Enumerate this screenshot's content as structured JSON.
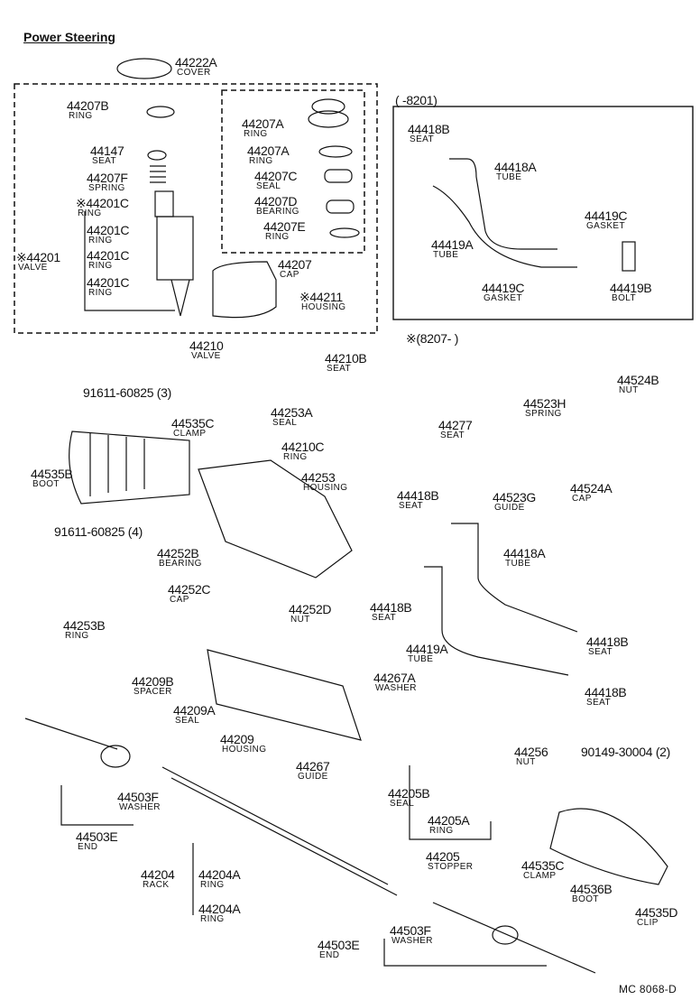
{
  "title": "Power Steering",
  "footer": "MC  8068-D",
  "range_old": "(       -8201)",
  "range_new": "※(8207-        )",
  "parts": [
    {
      "id": "p01",
      "number": "44222A",
      "desc": "COVER"
    },
    {
      "id": "p02",
      "number": "44207B",
      "desc": "RING"
    },
    {
      "id": "p03",
      "number": "44207A",
      "desc": "RING"
    },
    {
      "id": "p04",
      "number": "44147",
      "desc": "SEAT"
    },
    {
      "id": "p05",
      "number": "44207A",
      "desc": "RING"
    },
    {
      "id": "p06",
      "number": "44207F",
      "desc": "SPRING"
    },
    {
      "id": "p07",
      "number": "44207C",
      "desc": "SEAL"
    },
    {
      "id": "p08",
      "number": "※44201C",
      "desc": "RING"
    },
    {
      "id": "p09",
      "number": "44207D",
      "desc": "BEARING"
    },
    {
      "id": "p10",
      "number": "44201C",
      "desc": "RING"
    },
    {
      "id": "p11",
      "number": "44207E",
      "desc": "RING"
    },
    {
      "id": "p12",
      "number": "※44201",
      "desc": "VALVE"
    },
    {
      "id": "p13",
      "number": "44201C",
      "desc": "RING"
    },
    {
      "id": "p14",
      "number": "44207",
      "desc": "CAP"
    },
    {
      "id": "p15",
      "number": "44201C",
      "desc": "RING"
    },
    {
      "id": "p16",
      "number": "※44211",
      "desc": "HOUSING"
    },
    {
      "id": "p17",
      "number": "44210",
      "desc": "VALVE"
    },
    {
      "id": "p18",
      "number": "44210B",
      "desc": "SEAT"
    },
    {
      "id": "p19",
      "number": "91611-60825 (3)",
      "desc": ""
    },
    {
      "id": "p20",
      "number": "44418B",
      "desc": "SEAT"
    },
    {
      "id": "p21",
      "number": "44418A",
      "desc": "TUBE"
    },
    {
      "id": "p22",
      "number": "44419C",
      "desc": "GASKET"
    },
    {
      "id": "p23",
      "number": "44419A",
      "desc": "TUBE"
    },
    {
      "id": "p24",
      "number": "44419C",
      "desc": "GASKET"
    },
    {
      "id": "p25",
      "number": "44419B",
      "desc": "BOLT"
    },
    {
      "id": "p26",
      "number": "44524B",
      "desc": "NUT"
    },
    {
      "id": "p27",
      "number": "44523H",
      "desc": "SPRING"
    },
    {
      "id": "p28",
      "number": "44277",
      "desc": "SEAT"
    },
    {
      "id": "p29",
      "number": "44535C",
      "desc": "CLAMP"
    },
    {
      "id": "p30",
      "number": "44253A",
      "desc": "SEAL"
    },
    {
      "id": "p31",
      "number": "44210C",
      "desc": "RING"
    },
    {
      "id": "p32",
      "number": "44535B",
      "desc": "BOOT"
    },
    {
      "id": "p33",
      "number": "44253",
      "desc": "HOUSING"
    },
    {
      "id": "p34",
      "number": "44524A",
      "desc": "CAP"
    },
    {
      "id": "p35",
      "number": "44523G",
      "desc": "GUIDE"
    },
    {
      "id": "p36",
      "number": "44418B",
      "desc": "SEAT"
    },
    {
      "id": "p37",
      "number": "91611-60825 (4)",
      "desc": ""
    },
    {
      "id": "p38",
      "number": "44418A",
      "desc": "TUBE"
    },
    {
      "id": "p39",
      "number": "44252B",
      "desc": "BEARING"
    },
    {
      "id": "p40",
      "number": "44252C",
      "desc": "CAP"
    },
    {
      "id": "p41",
      "number": "44418B",
      "desc": "SEAT"
    },
    {
      "id": "p42",
      "number": "44252D",
      "desc": "NUT"
    },
    {
      "id": "p43",
      "number": "44253B",
      "desc": "RING"
    },
    {
      "id": "p44",
      "number": "44418B",
      "desc": "SEAT"
    },
    {
      "id": "p45",
      "number": "44419A",
      "desc": "TUBE"
    },
    {
      "id": "p46",
      "number": "44267A",
      "desc": "WASHER"
    },
    {
      "id": "p47",
      "number": "44209B",
      "desc": "SPACER"
    },
    {
      "id": "p48",
      "number": "44418B",
      "desc": "SEAT"
    },
    {
      "id": "p49",
      "number": "44209A",
      "desc": "SEAL"
    },
    {
      "id": "p50",
      "number": "44209",
      "desc": "HOUSING"
    },
    {
      "id": "p51",
      "number": "44256",
      "desc": "NUT"
    },
    {
      "id": "p52",
      "number": "90149-30004 (2)",
      "desc": ""
    },
    {
      "id": "p53",
      "number": "44267",
      "desc": "GUIDE"
    },
    {
      "id": "p54",
      "number": "44503F",
      "desc": "WASHER"
    },
    {
      "id": "p55",
      "number": "44205B",
      "desc": "SEAL"
    },
    {
      "id": "p56",
      "number": "44205A",
      "desc": "RING"
    },
    {
      "id": "p57",
      "number": "44503E",
      "desc": "END"
    },
    {
      "id": "p58",
      "number": "44205",
      "desc": "STOPPER"
    },
    {
      "id": "p59",
      "number": "44535C",
      "desc": "CLAMP"
    },
    {
      "id": "p60",
      "number": "44204",
      "desc": "RACK"
    },
    {
      "id": "p61",
      "number": "44204A",
      "desc": "RING"
    },
    {
      "id": "p62",
      "number": "44536B",
      "desc": "BOOT"
    },
    {
      "id": "p63",
      "number": "44535D",
      "desc": "CLIP"
    },
    {
      "id": "p64",
      "number": "44204A",
      "desc": "RING"
    },
    {
      "id": "p65",
      "number": "44503F",
      "desc": "WASHER"
    },
    {
      "id": "p66",
      "number": "44503E",
      "desc": "END"
    }
  ]
}
